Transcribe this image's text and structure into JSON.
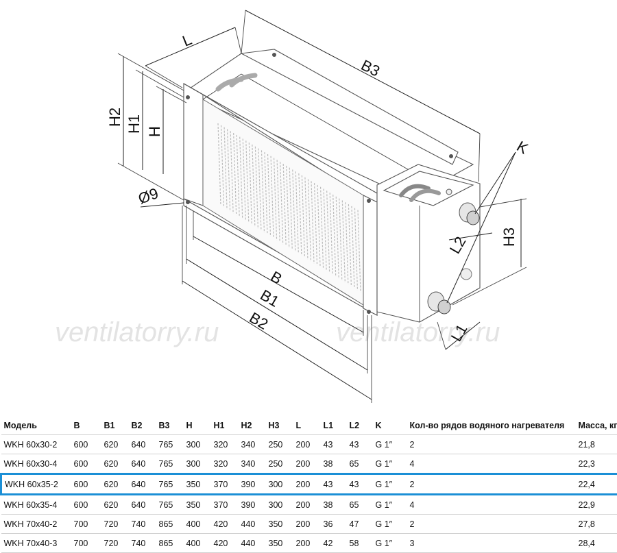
{
  "watermark": {
    "left": "ventilatorry.ru",
    "right": "ventilatorry.ru"
  },
  "labels": {
    "L": "L",
    "B3": "B3",
    "H2": "H2",
    "H1": "H1",
    "H": "H",
    "d9": "Ø9",
    "B": "B",
    "B1": "B1",
    "B2": "B2",
    "K": "K",
    "L2": "L2",
    "H3": "H3",
    "L1": "L1"
  },
  "table": {
    "headers": [
      "Модель",
      "B",
      "B1",
      "B2",
      "B3",
      "H",
      "H1",
      "H2",
      "H3",
      "L",
      "L1",
      "L2",
      "K",
      "Кол-во рядов водяного нагревателя",
      "Масса, кг"
    ],
    "rows": [
      [
        "WKH 60x30-2",
        "600",
        "620",
        "640",
        "765",
        "300",
        "320",
        "340",
        "250",
        "200",
        "43",
        "43",
        "G 1″",
        "2",
        "21,8"
      ],
      [
        "WKH 60x30-4",
        "600",
        "620",
        "640",
        "765",
        "300",
        "320",
        "340",
        "250",
        "200",
        "38",
        "65",
        "G 1″",
        "4",
        "22,3"
      ],
      [
        "WKH 60x35-2",
        "600",
        "620",
        "640",
        "765",
        "350",
        "370",
        "390",
        "300",
        "200",
        "43",
        "43",
        "G 1″",
        "2",
        "22,4"
      ],
      [
        "WKH 60x35-4",
        "600",
        "620",
        "640",
        "765",
        "350",
        "370",
        "390",
        "300",
        "200",
        "38",
        "65",
        "G 1″",
        "4",
        "22,9"
      ],
      [
        "WKH 70x40-2",
        "700",
        "720",
        "740",
        "865",
        "400",
        "420",
        "440",
        "350",
        "200",
        "36",
        "47",
        "G 1″",
        "2",
        "27,8"
      ],
      [
        "WKH 70x40-3",
        "700",
        "720",
        "740",
        "865",
        "400",
        "420",
        "440",
        "350",
        "200",
        "42",
        "58",
        "G 1″",
        "3",
        "28,4"
      ]
    ],
    "highlighted_row": 2,
    "highlight_color": "#1b8fd6"
  }
}
